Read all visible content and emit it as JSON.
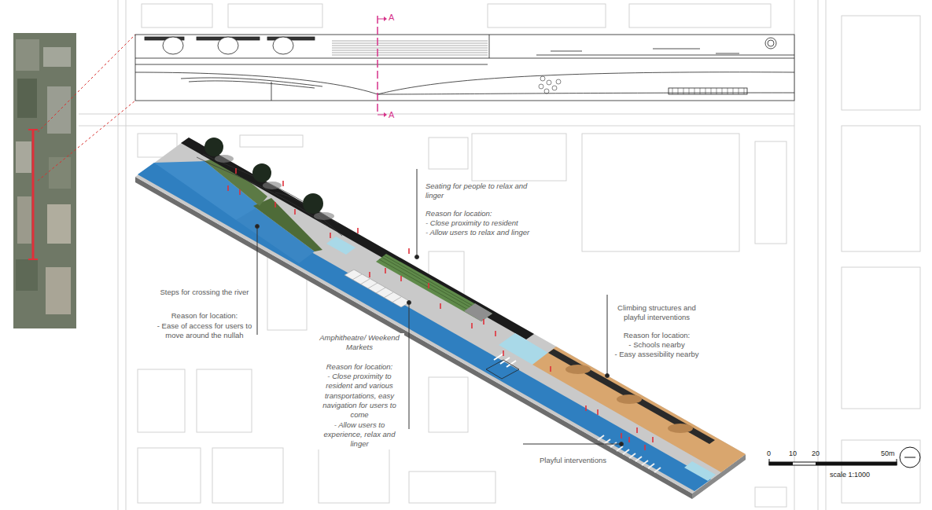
{
  "diagram": {
    "labels": [
      "A",
      "A",
      "Seating for people to relax and linger",
      "Reason for location:",
      "- Close proximity to resident",
      "- Allow users to relax and linger",
      "Steps for crossing the river",
      "Reason for location:",
      "- Ease of access for users to move around the nullah",
      "Amphitheatre/ Weekend Markets",
      "Reason for location:",
      "- Close proximity to resident and various transportations, easy navigation for users to come",
      "- Allow users to experience, relax and linger",
      "Climbing structures and playful interventions",
      "Reason for location:",
      "- Schools nearby",
      "- Easy assesibility nearby",
      "Playful interventions",
      "0",
      "10",
      "20",
      "50m",
      "scale 1:1000"
    ]
  }
}
